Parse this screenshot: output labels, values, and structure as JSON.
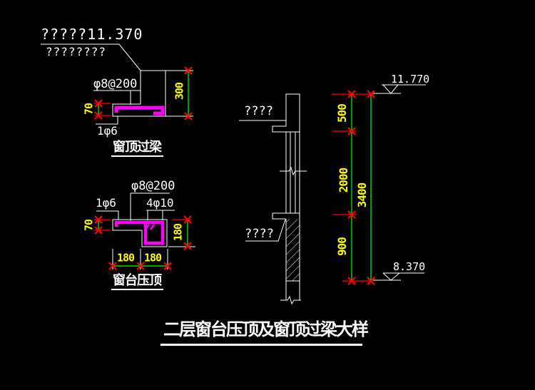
{
  "drawing": {
    "caption": "二层窗台压顶及窗顶过梁大样",
    "lintel": {
      "title": "窗顶过梁",
      "note1": "?????11.370",
      "note2": "????????",
      "stirrup": "φ8@200",
      "bar": "1φ6",
      "dim_height": "300",
      "dim_thickness": "70"
    },
    "sill": {
      "title": "窗台压顶",
      "stirrup": "φ8@200",
      "bar_left": "1φ6",
      "bar_right": "4φ10",
      "dim_thickness": "70",
      "dim_depth": "180",
      "dim_w1": "180",
      "dim_w2": "180"
    },
    "section": {
      "label_upper": "????",
      "label_lower": "????",
      "elev_top": "11.770",
      "elev_bottom": "8.370",
      "d500": "500",
      "d2000": "2000",
      "d900": "900",
      "d3400": "3400"
    },
    "colors": {
      "background": "#000000",
      "outline": "#ffffff",
      "rebar": "#ff00ff",
      "dimension_line": "#00ff00",
      "dimension_text": "#ffff00",
      "tick": "#ff0000"
    }
  }
}
